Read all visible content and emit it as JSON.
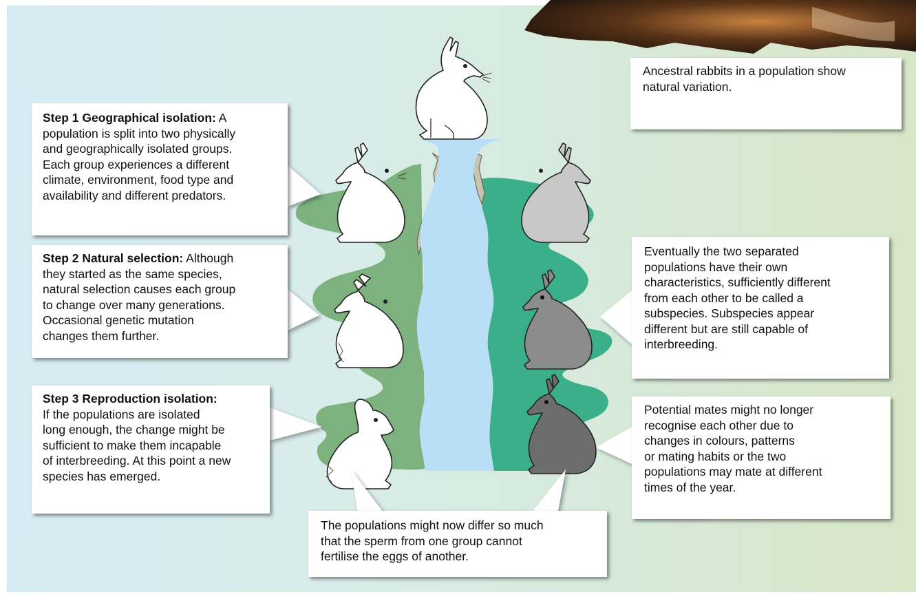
{
  "colors": {
    "river": "#b8dff5",
    "left_bank": "#7db27f",
    "right_bank": "#3aaf8a",
    "rabbit_white": "#ffffff",
    "rabbit_light_grey": "#c8c8c8",
    "rabbit_mid_grey": "#8c8c8c",
    "rabbit_dark_grey": "#6d6d6d",
    "background_left": "#d6ecf4",
    "background_right": "#d8e6c8"
  },
  "ancestral": {
    "lines": [
      "Ancestral rabbits in a population show",
      "natural variation."
    ]
  },
  "step1": {
    "heading": "Step 1 Geographical isolation:",
    "lines": [
      "A",
      "population is split into two physically",
      "and geographically isolated groups.",
      "Each group experiences a different",
      "climate, environment, food type and",
      "availability and different predators."
    ]
  },
  "step2": {
    "heading": "Step 2 Natural selection:",
    "lines": [
      "Although",
      "they started as the same species,",
      "natural selection causes each group",
      "to change over many generations.",
      "Occasional genetic mutation",
      "changes them further."
    ]
  },
  "step3": {
    "heading": "Step 3 Reproduction isolation:",
    "lines": [
      "If the populations are isolated",
      "long enough, the change might be",
      "sufficient to make them incapable",
      "of interbreeding. At this point a new",
      "species has emerged."
    ]
  },
  "subspecies": {
    "lines": [
      "Eventually the two separated",
      "populations have their own",
      "characteristics, sufficiently different",
      "from each other to be called a",
      "subspecies. Subspecies appear",
      "different but are still capable of",
      "interbreeding."
    ]
  },
  "mates": {
    "lines": [
      "Potential mates might no longer",
      "recognise each other due to",
      "changes in colours, patterns",
      "or mating habits or the two",
      "populations may mate at different",
      "times of the year."
    ]
  },
  "sperm": {
    "lines": [
      "The populations might now differ so much",
      "that the sperm from one group cannot",
      "fertilise the eggs of another."
    ]
  }
}
